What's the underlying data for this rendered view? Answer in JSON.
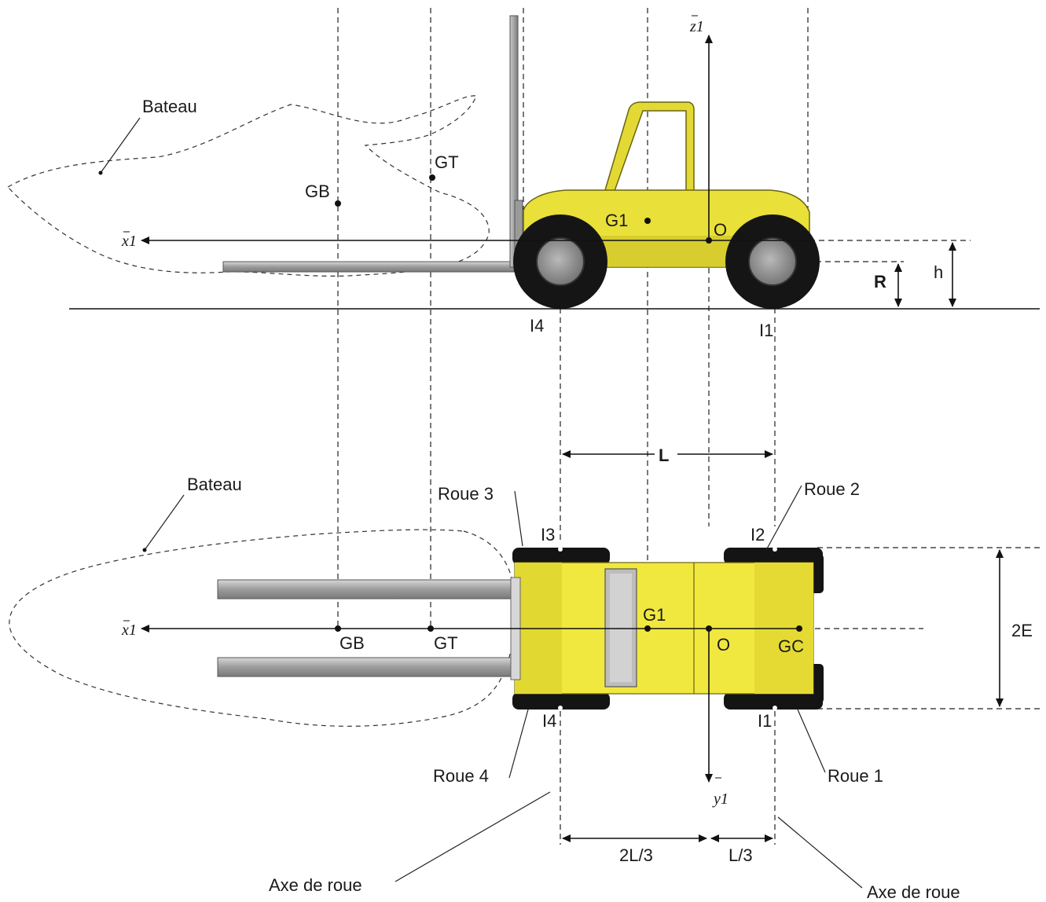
{
  "side_view": {
    "boat_label": "Bateau",
    "gb_label": "GB",
    "gt_label": "GT",
    "g1_label": "G1",
    "o_label": "O",
    "x1_label": "x1",
    "z1_label": "z1",
    "r_label": "R",
    "h_label": "h",
    "i4_label": "I4",
    "i1_label": "I1"
  },
  "top_view": {
    "boat_label": "Bateau",
    "gb_label": "GB",
    "gt_label": "GT",
    "g1_label": "G1",
    "o_label": "O",
    "gc_label": "GC",
    "x1_label": "x1",
    "y1_label": "y1",
    "l_label": "L",
    "two_e_label": "2E",
    "two_l_third_label": "2L/3",
    "l_third_label": "L/3",
    "i1_label": "I1",
    "i2_label": "I2",
    "i3_label": "I3",
    "i4_label": "I4",
    "wheel1_label": "Roue 1",
    "wheel2_label": "Roue 2",
    "wheel3_label": "Roue 3",
    "wheel4_label": "Roue 4",
    "axle_label_left": "Axe de roue",
    "axle_label_right": "Axe de roue"
  },
  "colors": {
    "body_yellow": "#e9e03a",
    "body_shadow": "#b8ae1e",
    "tire": "#111111",
    "hub": "#8d8d8d",
    "fork": "#a9a9a9"
  }
}
